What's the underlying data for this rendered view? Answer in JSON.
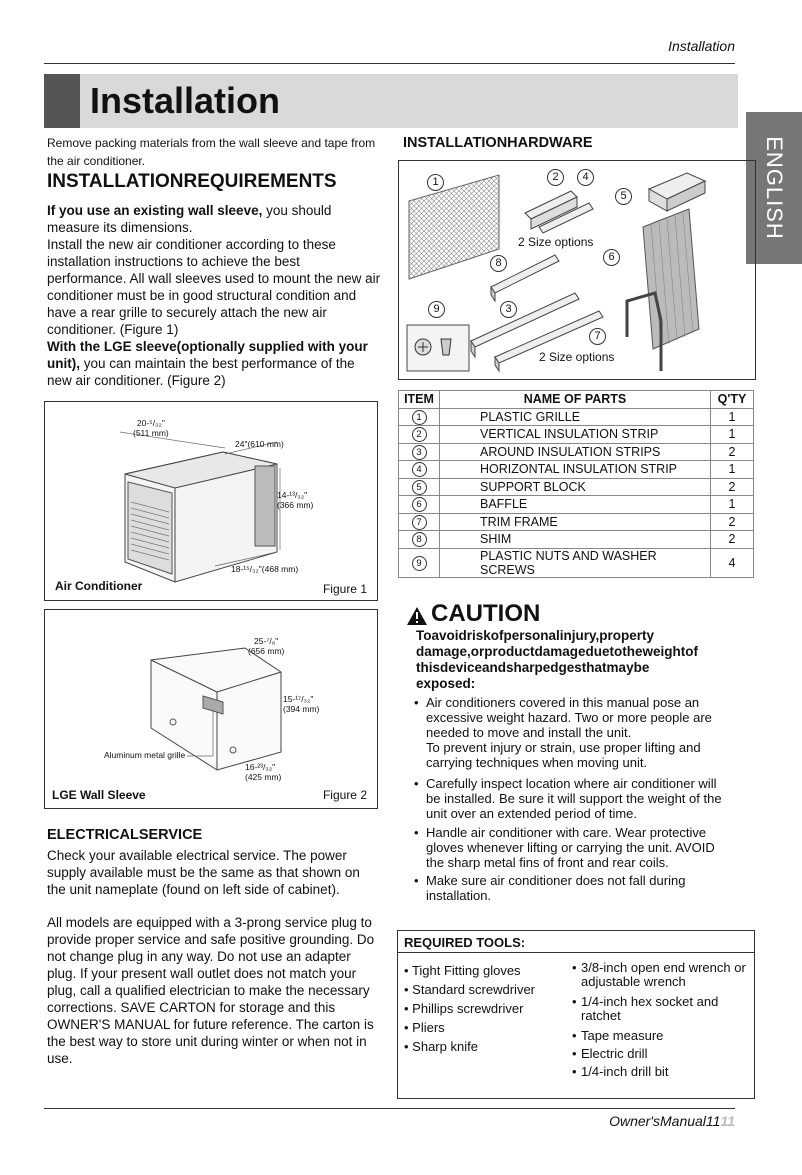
{
  "header": {
    "section": "Installation"
  },
  "banner": {
    "title": "Installation"
  },
  "side_tab": {
    "label": "ENGLISH"
  },
  "intro": "Remove packing materials from the wall sleeve and tape from the air conditioner.",
  "requirements": {
    "heading": "INSTALLATIONREQUIREMENTS",
    "bold1": "If you use an existing wall sleeve,",
    "text1": " you should measure its dimensions.",
    "text2": "Install the new air conditioner according to these installation instructions to achieve the best performance. All wall sleeves used to mount the new air conditioner must be in good structural condition and have a rear grille to securely attach  the new air conditioner. (Figure 1)",
    "bold2": "With the LGE sleeve(optionally supplied with your unit),",
    "text3": " you can maintain the best performance of the new air conditioner. (Figure 2)"
  },
  "figure1": {
    "label": "Air Conditioner",
    "caption": "Figure 1",
    "dim1a": "20-⁵/₃₂\"",
    "dim1b": "(511 mm)",
    "dim2": "24\"(610 mm)",
    "dim3a": "14-¹³/₃₂\"",
    "dim3b": "(366 mm)",
    "dim4": "18-¹⁵/₃₂\"(468 mm)"
  },
  "figure2": {
    "label": "LGE Wall Sleeve",
    "caption": "Figure 2",
    "dim1a": "25-⁷/₈\"",
    "dim1b": "(656 mm)",
    "dim2a": "15-¹⁷/₃₂\"",
    "dim2b": "(394 mm)",
    "dim3a": "16-²³/₃₂\"",
    "dim3b": "(425 mm)",
    "grille": "Aluminum metal grille"
  },
  "electrical": {
    "heading": "ELECTRICALSERVICE",
    "p1": "Check your available electrical service. The power supply available must be the same as that shown on the unit nameplate (found on left side of cabinet).",
    "p2": "All models are equipped with a 3-prong service plug to provide proper service and safe positive grounding. Do not change plug in any way. Do not use an adapter plug. If your present wall outlet does not match your plug, call a qualified electrician to make the necessary corrections. SAVE CARTON for storage and this OWNER'S MANUAL for future reference. The carton is the best way to store unit during winter or when not in use."
  },
  "hardware": {
    "heading": "INSTALLATIONHARDWARE",
    "size_option_a": "2 Size options",
    "size_option_b": "2 Size options",
    "callouts": [
      "1",
      "2",
      "4",
      "5",
      "6",
      "8",
      "9",
      "3",
      "7"
    ]
  },
  "parts_table": {
    "headers": [
      "ITEM",
      "NAME OF PARTS",
      "Q'TY"
    ],
    "rows": [
      {
        "item": "1",
        "name": "PLASTIC GRILLE",
        "qty": "1"
      },
      {
        "item": "2",
        "name": "VERTICAL INSULATION STRIP",
        "qty": "1"
      },
      {
        "item": "3",
        "name": "AROUND INSULATION STRIPS",
        "qty": "2"
      },
      {
        "item": "4",
        "name": "HORIZONTAL INSULATION STRIP",
        "qty": "1"
      },
      {
        "item": "5",
        "name": "SUPPORT BLOCK",
        "qty": "2"
      },
      {
        "item": "6",
        "name": "BAFFLE",
        "qty": "1"
      },
      {
        "item": "7",
        "name": "TRIM FRAME",
        "qty": "2"
      },
      {
        "item": "8",
        "name": "SHIM",
        "qty": "2"
      },
      {
        "item": "9",
        "name": "PLASTIC NUTS AND WASHER SCREWS",
        "qty": "4"
      }
    ]
  },
  "caution": {
    "title": "CAUTION",
    "lines": [
      "Toavoidriskofpersonalinjury,property",
      "damage,orproductdamageduetotheweightof",
      "thisdeviceandsharpedgesthatmaybe",
      "exposed:"
    ],
    "b1": "  Air conditioners covered in this manual pose an excessive weight hazard. Two or more people are needed to move and install the unit.",
    "b1b": "To prevent injury or strain, use proper lifting and carrying techniques when moving unit.",
    "b2": "Carefully inspect location where air conditioner will be installed. Be sure it will support the weight of the unit over an extended period of time.",
    "b3": "Handle air conditioner with care. Wear protective gloves whenever lifting or carrying the unit. AVOID the sharp metal fins of front and rear coils.",
    "b4": "  Make sure air conditioner does not fall during installation."
  },
  "tools": {
    "heading": "REQUIRED TOOLS:",
    "left": [
      "Tight Fitting gloves",
      "Standard screwdriver",
      "Phillips screwdriver",
      "Pliers",
      "Sharp knife"
    ],
    "right": [
      "3/8-inch open end wrench or adjustable wrench",
      "1/4-inch hex socket and ratchet",
      "Tape measure",
      "Electric drill",
      "1/4-inch drill bit"
    ]
  },
  "footer": {
    "text": "Owner'sManual11",
    "page": "11"
  }
}
